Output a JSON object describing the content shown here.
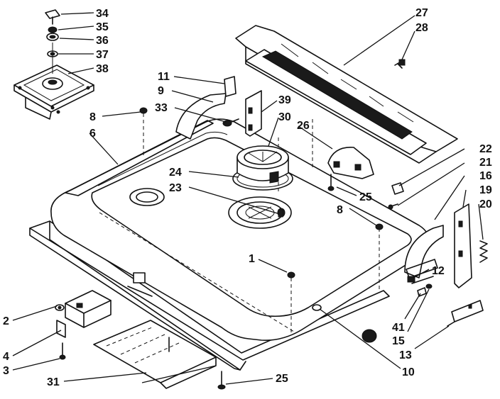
{
  "callouts": [
    {
      "key": "c34",
      "label": "34"
    },
    {
      "key": "c35",
      "label": "35"
    },
    {
      "key": "c36",
      "label": "36"
    },
    {
      "key": "c37",
      "label": "37"
    },
    {
      "key": "c38",
      "label": "38"
    },
    {
      "key": "c27",
      "label": "27"
    },
    {
      "key": "c28",
      "label": "28"
    },
    {
      "key": "c11",
      "label": "11"
    },
    {
      "key": "c9",
      "label": "9"
    },
    {
      "key": "c39",
      "label": "39"
    },
    {
      "key": "c33",
      "label": "33"
    },
    {
      "key": "c30",
      "label": "30"
    },
    {
      "key": "c8a",
      "label": "8"
    },
    {
      "key": "c6",
      "label": "6"
    },
    {
      "key": "c26",
      "label": "26"
    },
    {
      "key": "c22",
      "label": "22"
    },
    {
      "key": "c21",
      "label": "21"
    },
    {
      "key": "c16",
      "label": "16"
    },
    {
      "key": "c19",
      "label": "19"
    },
    {
      "key": "c20",
      "label": "20"
    },
    {
      "key": "c24",
      "label": "24"
    },
    {
      "key": "c23",
      "label": "23"
    },
    {
      "key": "c25a",
      "label": "25"
    },
    {
      "key": "c8b",
      "label": "8"
    },
    {
      "key": "c1",
      "label": "1"
    },
    {
      "key": "c12",
      "label": "12"
    },
    {
      "key": "c41",
      "label": "41"
    },
    {
      "key": "c15",
      "label": "15"
    },
    {
      "key": "c13",
      "label": "13"
    },
    {
      "key": "c10",
      "label": "10"
    },
    {
      "key": "c2",
      "label": "2"
    },
    {
      "key": "c4",
      "label": "4"
    },
    {
      "key": "c3",
      "label": "3"
    },
    {
      "key": "c31",
      "label": "31"
    },
    {
      "key": "c25b",
      "label": "25"
    }
  ]
}
